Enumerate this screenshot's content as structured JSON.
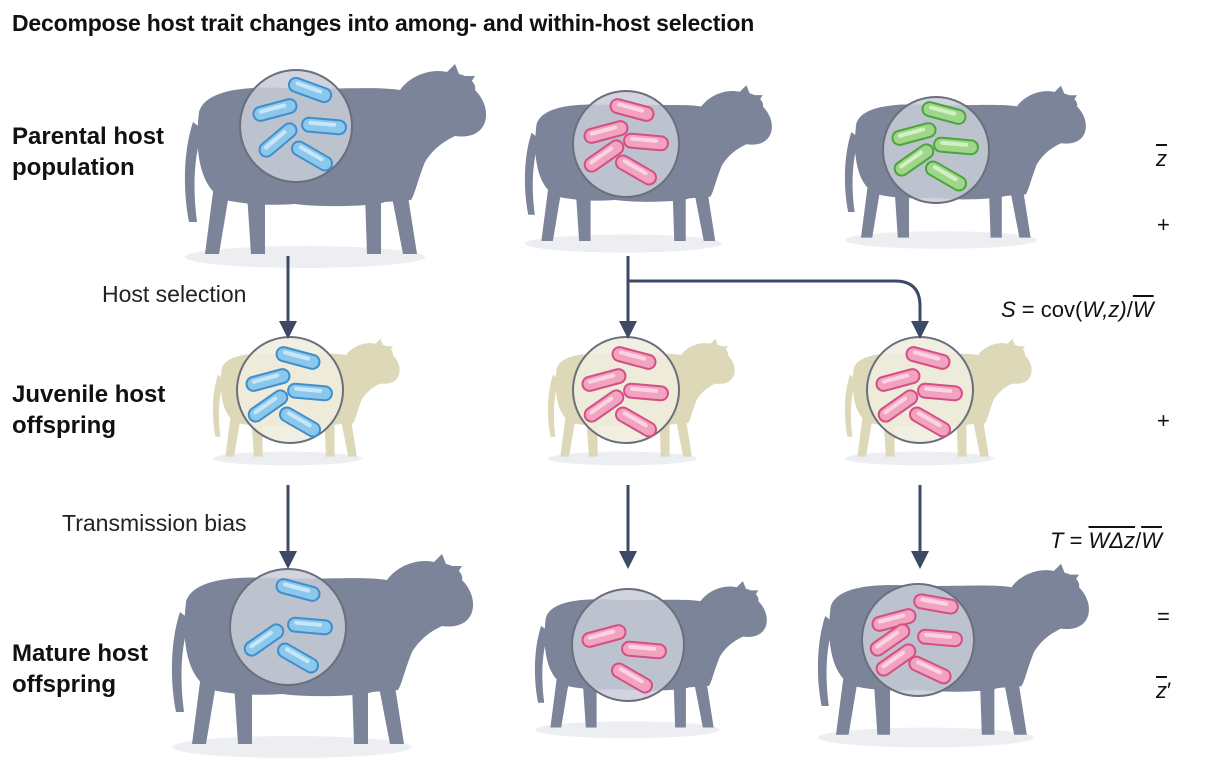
{
  "title": "Decompose host trait changes into among- and within-host selection",
  "rows": {
    "parental_line1": "Parental host",
    "parental_line2": "population",
    "juvenile_line1": "Juvenile host",
    "juvenile_line2": "offspring",
    "mature_line1": "Mature host",
    "mature_line2": "offspring"
  },
  "steps": {
    "host_selection": "Host selection",
    "transmission_bias": "Transmission bias"
  },
  "equation": {
    "zbar": "z",
    "plus": "+",
    "S_lhs": "S",
    "S_rhs_a": " = cov(",
    "S_rhs_b": "W,z)",
    "S_rhs_c": "/",
    "S_rhs_d": "W",
    "T_lhs": "T",
    "T_rhs_a": " = ",
    "T_rhs_b": "WΔz",
    "T_rhs_c": "/",
    "T_rhs_d": "W",
    "equals": "=",
    "zprime": "z",
    "prime": "′"
  },
  "colors": {
    "cow_dark": "#7c849a",
    "cow_light": "#dcd8b8",
    "microbe_blue": "#8cc7ec",
    "microbe_pink": "#f2a3c0",
    "microbe_green": "#9fd68a",
    "arrow": "#3d4a66"
  }
}
